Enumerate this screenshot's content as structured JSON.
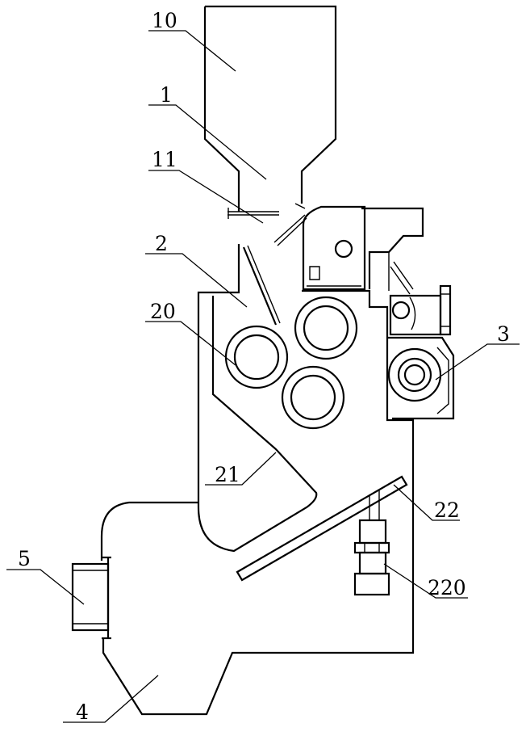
{
  "labels": {
    "l10": "10",
    "l1": "1",
    "l11": "11",
    "l2": "2",
    "l20": "20",
    "l3": "3",
    "l21": "21",
    "l22": "22",
    "l5": "5",
    "l220": "220",
    "l4": "4"
  }
}
